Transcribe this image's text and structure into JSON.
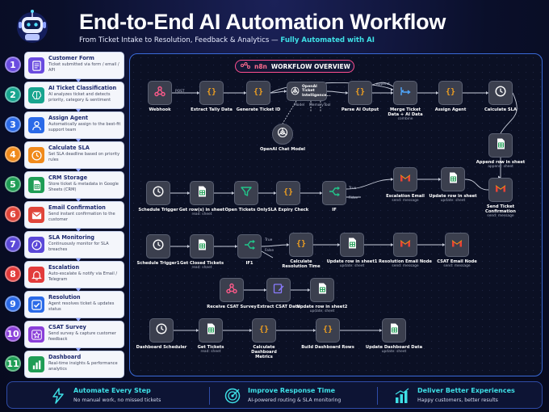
{
  "header": {
    "title": "End-to-End AI Automation Workflow",
    "subtitle_plain": "From Ticket Intake to Resolution, Feedback & Analytics — ",
    "subtitle_highlight": "Fully Automated with AI"
  },
  "steps": [
    {
      "num": "1",
      "title": "Customer Form",
      "desc": "Ticket submitted via form / email / API",
      "color": "#6a4ce0",
      "icon": "form-icon"
    },
    {
      "num": "2",
      "title": "AI Ticket Classification",
      "desc": "AI analyzes ticket and detects priority, category & sentiment",
      "color": "#18a58f",
      "icon": "brain-icon"
    },
    {
      "num": "3",
      "title": "Assign Agent",
      "desc": "Automatically assign to the best-fit support team",
      "color": "#2b6ae8",
      "icon": "user-icon"
    },
    {
      "num": "4",
      "title": "Calculate SLA",
      "desc": "Set SLA deadline based on priority rules",
      "color": "#f08a1c",
      "icon": "clock-icon"
    },
    {
      "num": "5",
      "title": "CRM Storage",
      "desc": "Store ticket & metadata in Google Sheets (CRM)",
      "color": "#1f9d55",
      "icon": "sheet-icon"
    },
    {
      "num": "6",
      "title": "Email Confirmation",
      "desc": "Send instant confirmation to the customer",
      "color": "#e0453a",
      "icon": "mail-icon"
    },
    {
      "num": "7",
      "title": "SLA Monitoring",
      "desc": "Continuously monitor for SLA breaches",
      "color": "#5b48d8",
      "icon": "monitor-clock-icon"
    },
    {
      "num": "8",
      "title": "Escalation",
      "desc": "Auto-escalate & notify via Email / Telegram",
      "color": "#e23b3b",
      "icon": "bell-icon"
    },
    {
      "num": "9",
      "title": "Resolution",
      "desc": "Agent resolves ticket & updates status",
      "color": "#2b6ae8",
      "icon": "check-icon"
    },
    {
      "num": "10",
      "title": "CSAT Survey",
      "desc": "Send survey & capture customer feedback",
      "color": "#8a3fd9",
      "icon": "star-icon"
    },
    {
      "num": "11",
      "title": "Dashboard",
      "desc": "Real-time insights & performance analytics",
      "color": "#1f9d55",
      "icon": "bar-chart-icon"
    }
  ],
  "panel": {
    "brand": "n8n",
    "title": "WORKFLOW OVERVIEW"
  },
  "nodes": {
    "webhook": {
      "label": "Webhook",
      "sub": "",
      "icon": "webhook-icon"
    },
    "extract_tally": {
      "label": "Extract Tally Data",
      "sub": "",
      "icon": "code-icon"
    },
    "gen_ticket": {
      "label": "Generate Ticket ID",
      "sub": "",
      "icon": "code-icon"
    },
    "openai_agent": {
      "label": "OpenAI Ticket Intelligence...",
      "sub": "",
      "icon": "openai-icon"
    },
    "parse_ai": {
      "label": "Parse AI Output",
      "sub": "",
      "icon": "code-icon"
    },
    "merge": {
      "label": "Merge Ticket Data + AI Data",
      "sub": "combine",
      "icon": "merge-icon"
    },
    "assign": {
      "label": "Assign Agent",
      "sub": "",
      "icon": "code-icon"
    },
    "calc_sla": {
      "label": "Calculate SLA",
      "sub": "",
      "icon": "clock-icon"
    },
    "openai_model": {
      "label": "OpenAI Chat Model",
      "sub": "",
      "icon": "openai-icon"
    },
    "append_row": {
      "label": "Append row in sheet",
      "sub": "append: sheet",
      "icon": "sheet-icon"
    },
    "send_confirm": {
      "label": "Send Ticket Confirmation",
      "sub": "send: message",
      "icon": "gmail-icon"
    },
    "schedule": {
      "label": "Schedule Trigger",
      "sub": "",
      "icon": "clock-icon"
    },
    "get_rows": {
      "label": "Get row(s) in sheet",
      "sub": "read: sheet",
      "icon": "sheet-icon"
    },
    "open_only": {
      "label": "Open Tickets Only",
      "sub": "",
      "icon": "filter-icon"
    },
    "sla_expiry": {
      "label": "SLA Expiry Check",
      "sub": "",
      "icon": "code-icon"
    },
    "if1": {
      "label": "IF",
      "sub": "",
      "icon": "if-icon"
    },
    "escal_email": {
      "label": "Escalation Email",
      "sub": "send: message",
      "icon": "gmail-icon"
    },
    "update_row": {
      "label": "Update row in sheet",
      "sub": "update: sheet",
      "icon": "sheet-icon"
    },
    "schedule1": {
      "label": "Schedule Trigger1",
      "sub": "",
      "icon": "clock-icon"
    },
    "get_closed": {
      "label": "Get Closed Tickets",
      "sub": "read: sheet",
      "icon": "sheet-icon"
    },
    "if2": {
      "label": "IF1",
      "sub": "",
      "icon": "if-icon"
    },
    "calc_res": {
      "label": "Calculate Resolution Time",
      "sub": "",
      "icon": "code-icon"
    },
    "update_row1": {
      "label": "Update row in sheet1",
      "sub": "update: sheet",
      "icon": "sheet-icon"
    },
    "res_email": {
      "label": "Resolution Email Node",
      "sub": "send: message",
      "icon": "gmail-icon"
    },
    "csat_email": {
      "label": "CSAT Email Node",
      "sub": "send: message",
      "icon": "gmail-icon"
    },
    "receive_csat": {
      "label": "Receive CSAT Survey",
      "sub": "",
      "icon": "webhook-icon"
    },
    "extract_csat": {
      "label": "Extract CSAT Data",
      "sub": "",
      "icon": "edit-icon"
    },
    "update_row2": {
      "label": "Update row in sheet2",
      "sub": "update: sheet",
      "icon": "sheet-icon"
    },
    "dash_sched": {
      "label": "Dashboard Scheduler",
      "sub": "",
      "icon": "clock-icon"
    },
    "get_tickets": {
      "label": "Get Tickets",
      "sub": "read: sheet",
      "icon": "sheet-icon"
    },
    "calc_dash": {
      "label": "Calculate Dashboard Metrics",
      "sub": "",
      "icon": "code-icon"
    },
    "build_rows": {
      "label": "Build Dashboard Rows",
      "sub": "",
      "icon": "code-icon"
    },
    "update_dash": {
      "label": "Update Dashboard Data",
      "sub": "update: sheet",
      "icon": "sheet-icon"
    }
  },
  "edge_labels": {
    "post": "POST",
    "model": "Model",
    "memory": "Memory",
    "tool": "Tool",
    "append": "append",
    "true1": "True",
    "false1": "False",
    "true2": "True",
    "false2": "False"
  },
  "footer": [
    {
      "title": "Automate Every Step",
      "desc": "No manual work, no missed tickets",
      "icon": "lightning-icon"
    },
    {
      "title": "Improve Response Time",
      "desc": "AI-powered routing & SLA monitoring",
      "icon": "target-icon"
    },
    {
      "title": "Deliver Better Experiences",
      "desc": "Happy customers, better results",
      "icon": "growth-chart-icon"
    }
  ],
  "colors": {
    "accent": "#3ee0e6",
    "panel_border": "#3a6ad8",
    "n8n": "#ff6d8f",
    "gmail_red": "#ea4335",
    "sheets_green": "#1f9d55",
    "code_orange": "#f0a020",
    "filter_green": "#22c58a"
  }
}
